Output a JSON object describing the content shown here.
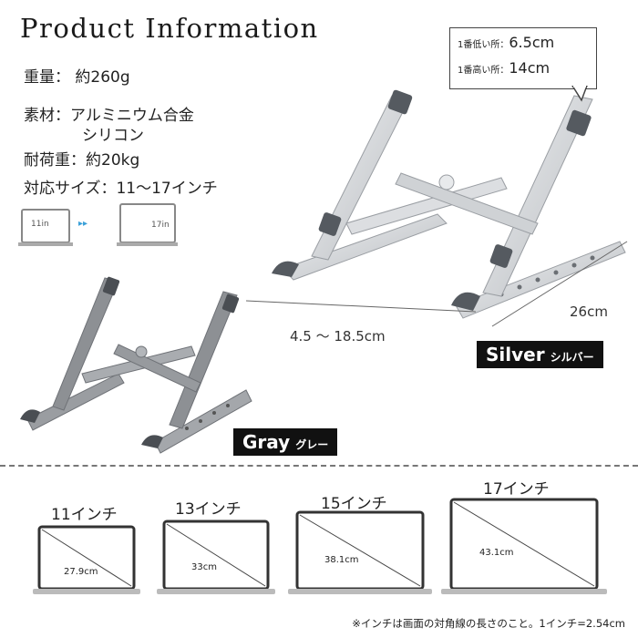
{
  "title": "Product Information",
  "specs": {
    "weight": "重量： 約260g",
    "material1": "素材：アルミニウム合金",
    "material2": "シリコン",
    "load": "耐荷重：約20kg",
    "size": "対応サイズ：11〜17インチ"
  },
  "size_demo": {
    "from": "11in",
    "to": "17in",
    "arrow": "▸▸"
  },
  "callout": {
    "lowest_label": "1番低い所：",
    "lowest_value": "6.5cm",
    "highest_label": "1番高い所：",
    "highest_value": "14cm"
  },
  "dimensions": {
    "depth": "26cm",
    "gap": "4.5 〜 18.5cm"
  },
  "color_tags": {
    "silver": "Silver",
    "silver_jp": "シルバー",
    "gray": "Gray",
    "gray_jp": "グレー"
  },
  "laptop_sizes": [
    {
      "label": "11インチ",
      "diag": "27.9cm"
    },
    {
      "label": "13インチ",
      "diag": "33cm"
    },
    {
      "label": "15インチ",
      "diag": "38.1cm"
    },
    {
      "label": "17インチ",
      "diag": "43.1cm"
    }
  ],
  "footnote": "※インチは画面の対角線の長さのこと。1インチ=2.54cm",
  "colors": {
    "silver_body": "#d4d6d9",
    "gray_body": "#8d9094",
    "pad": "#555a60",
    "tag_bg": "#111111"
  }
}
